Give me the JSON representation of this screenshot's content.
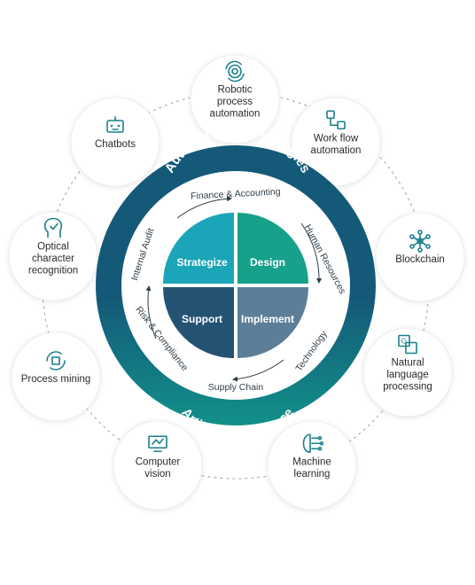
{
  "colors": {
    "outer_ring_top": "#145a78",
    "outer_ring_bottom": "#12908a",
    "strategize": "#1aa5b8",
    "design": "#17a08a",
    "support": "#245273",
    "implement": "#5c7e98",
    "icon": "#1a7f8e"
  },
  "ring": {
    "top_title": "Automation Technologies",
    "bottom_title": "Artificial intelligence"
  },
  "inner_ring_labels": {
    "top": "Finance & Accounting",
    "right_top": "Human Resources",
    "right_bottom": "Technology",
    "bottom": "Supply Chain",
    "left_bottom": "Risk & Compliance",
    "left_top": "Internal Audit"
  },
  "quadrants": {
    "strategize": "Strategize",
    "design": "Design",
    "support": "Support",
    "implement": "Implement"
  },
  "technologies": [
    {
      "icon": "gear-cycle-icon",
      "lines": [
        "Robotic",
        "process",
        "automation"
      ]
    },
    {
      "icon": "workflow-icon",
      "lines": [
        "Work flow",
        "automation"
      ]
    },
    {
      "icon": "network-icon",
      "lines": [
        "Blockchain"
      ]
    },
    {
      "icon": "language-icon",
      "lines": [
        "Natural",
        "language",
        "processing"
      ]
    },
    {
      "icon": "brain-circuit-icon",
      "lines": [
        "Machine",
        "learning"
      ]
    },
    {
      "icon": "monitor-icon",
      "lines": [
        "Computer",
        "vision"
      ]
    },
    {
      "icon": "cycle-box-icon",
      "lines": [
        "Process mining"
      ]
    },
    {
      "icon": "head-check-icon",
      "lines": [
        "Optical",
        "character",
        "recognition"
      ]
    },
    {
      "icon": "robot-icon",
      "lines": [
        "Chatbots"
      ]
    }
  ]
}
